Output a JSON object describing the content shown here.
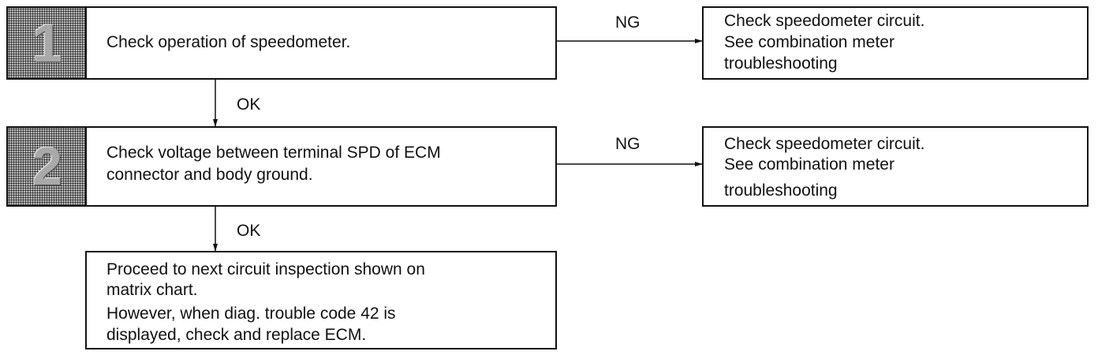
{
  "steps": [
    {
      "number": "1",
      "text": "Check operation of speedometer.",
      "ng_label": "NG",
      "ng_action": [
        "Check speedometer circuit.",
        "See combination meter",
        "troubleshooting"
      ],
      "ok_label": "OK"
    },
    {
      "number": "2",
      "text_lines": [
        "Check voltage between terminal SPD of ECM",
        "connector and body ground."
      ],
      "ng_label": "NG",
      "ng_action": [
        "Check speedometer circuit.",
        "See combination meter",
        "troubleshooting"
      ],
      "ok_label": "OK"
    }
  ],
  "final": {
    "lines": [
      "Proceed to next circuit inspection shown on",
      "matrix chart.",
      "However, when diag. trouble code 42 is",
      "displayed, check and replace ECM."
    ]
  }
}
